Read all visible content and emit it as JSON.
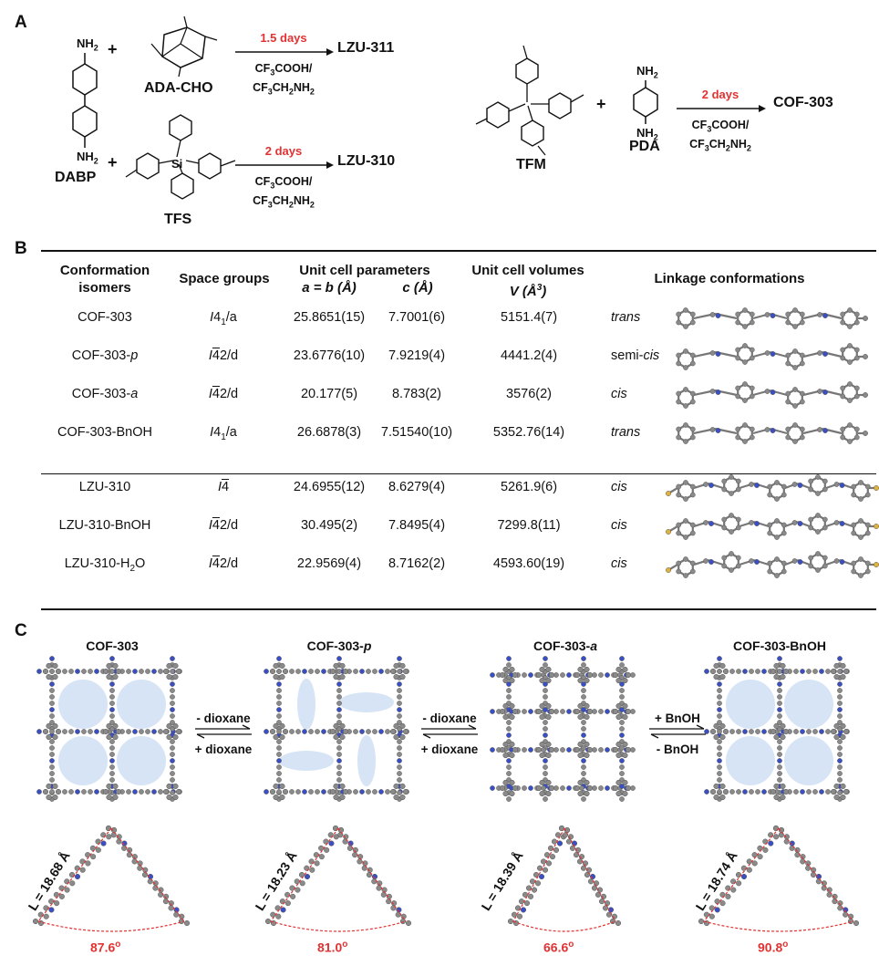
{
  "panelA": {
    "letter": "A",
    "dabp": {
      "label": "DABP",
      "nh2_top": "NH2",
      "nh2_bottom": "NH2"
    },
    "ada": {
      "label": "ADA-CHO"
    },
    "tfs": {
      "label": "TFS",
      "si": "Si"
    },
    "tfm": {
      "label": "TFM"
    },
    "pda": {
      "label": "PDA",
      "nh2_top": "NH2",
      "nh2_bottom": "NH2"
    },
    "plus": "+",
    "reaction1": {
      "days": "1.5 days",
      "cond1": "CF3COOH/",
      "cond2": "CF3CH2NH2",
      "product": "LZU-311"
    },
    "reaction2": {
      "days": "2 days",
      "cond1": "CF3COOH/",
      "cond2": "CF3CH2NH2",
      "product": "LZU-310"
    },
    "reaction3": {
      "days": "2 days",
      "cond1": "CF3COOH/",
      "cond2": "CF3CH2NH2",
      "product": "COF-303"
    }
  },
  "panelB": {
    "letter": "B",
    "headers": {
      "isomers_1": "Conformation",
      "isomers_2": "isomers",
      "space": "Space groups",
      "params": "Unit cell parameters",
      "ab": "a = b (Å)",
      "c": "c (Å)",
      "vol_1": "Unit cell volumes",
      "vol_2": "V (Å3)",
      "linkage": "Linkage conformations"
    },
    "rows": [
      {
        "name": "COF-303",
        "space": "I41/a",
        "ab": "25.8651(15)",
        "c": "7.7001(6)",
        "v": "5151.4(7)",
        "conf": "trans"
      },
      {
        "name": "COF-303-p",
        "space": "I-42/d",
        "ab": "23.6776(10)",
        "c": "7.9219(4)",
        "v": "4441.2(4)",
        "conf": "semi-cis"
      },
      {
        "name": "COF-303-a",
        "space": "I-42/d",
        "ab": "20.177(5)",
        "c": "8.783(2)",
        "v": "3576(2)",
        "conf": "cis"
      },
      {
        "name": "COF-303-BnOH",
        "space": "I41/a",
        "ab": "26.6878(3)",
        "c": "7.51540(10)",
        "v": "5352.76(14)",
        "conf": "trans"
      },
      {
        "name": "LZU-310",
        "space": "I-4",
        "ab": "24.6955(12)",
        "c": "8.6279(4)",
        "v": "5261.9(6)",
        "conf": "cis"
      },
      {
        "name": "LZU-310-BnOH",
        "space": "I-42/d",
        "ab": "30.495(2)",
        "c": "7.8495(4)",
        "v": "7299.8(11)",
        "conf": "cis"
      },
      {
        "name": "LZU-310-H2O",
        "space": "I-42/d",
        "ab": "22.9569(4)",
        "c": "8.7162(2)",
        "v": "4593.60(19)",
        "conf": "cis"
      }
    ]
  },
  "panelC": {
    "letter": "C",
    "structures": [
      {
        "title": "COF-303",
        "length": "L = 18.68 Å",
        "angle": "87.6°"
      },
      {
        "title": "COF-303-p",
        "length": "L = 18.23 Å",
        "angle": "81.0°"
      },
      {
        "title": "COF-303-a",
        "length": "L = 18.39 Å",
        "angle": "66.6°"
      },
      {
        "title": "COF-303-BnOH",
        "length": "L = 18.74 Å",
        "angle": "90.8°"
      }
    ],
    "arrows": [
      {
        "top": "- dioxane",
        "bottom": "+ dioxane"
      },
      {
        "top": "- dioxane",
        "bottom": "+ dioxane"
      },
      {
        "top": "+ BnOH",
        "bottom": "- BnOH"
      }
    ]
  },
  "colors": {
    "accent_red": "#e23232",
    "atom_gray": "#8a8a8a",
    "atom_blue": "#3b4fc4",
    "atom_yellow": "#e0b43a",
    "pore_blue": "#d6e4f5"
  }
}
